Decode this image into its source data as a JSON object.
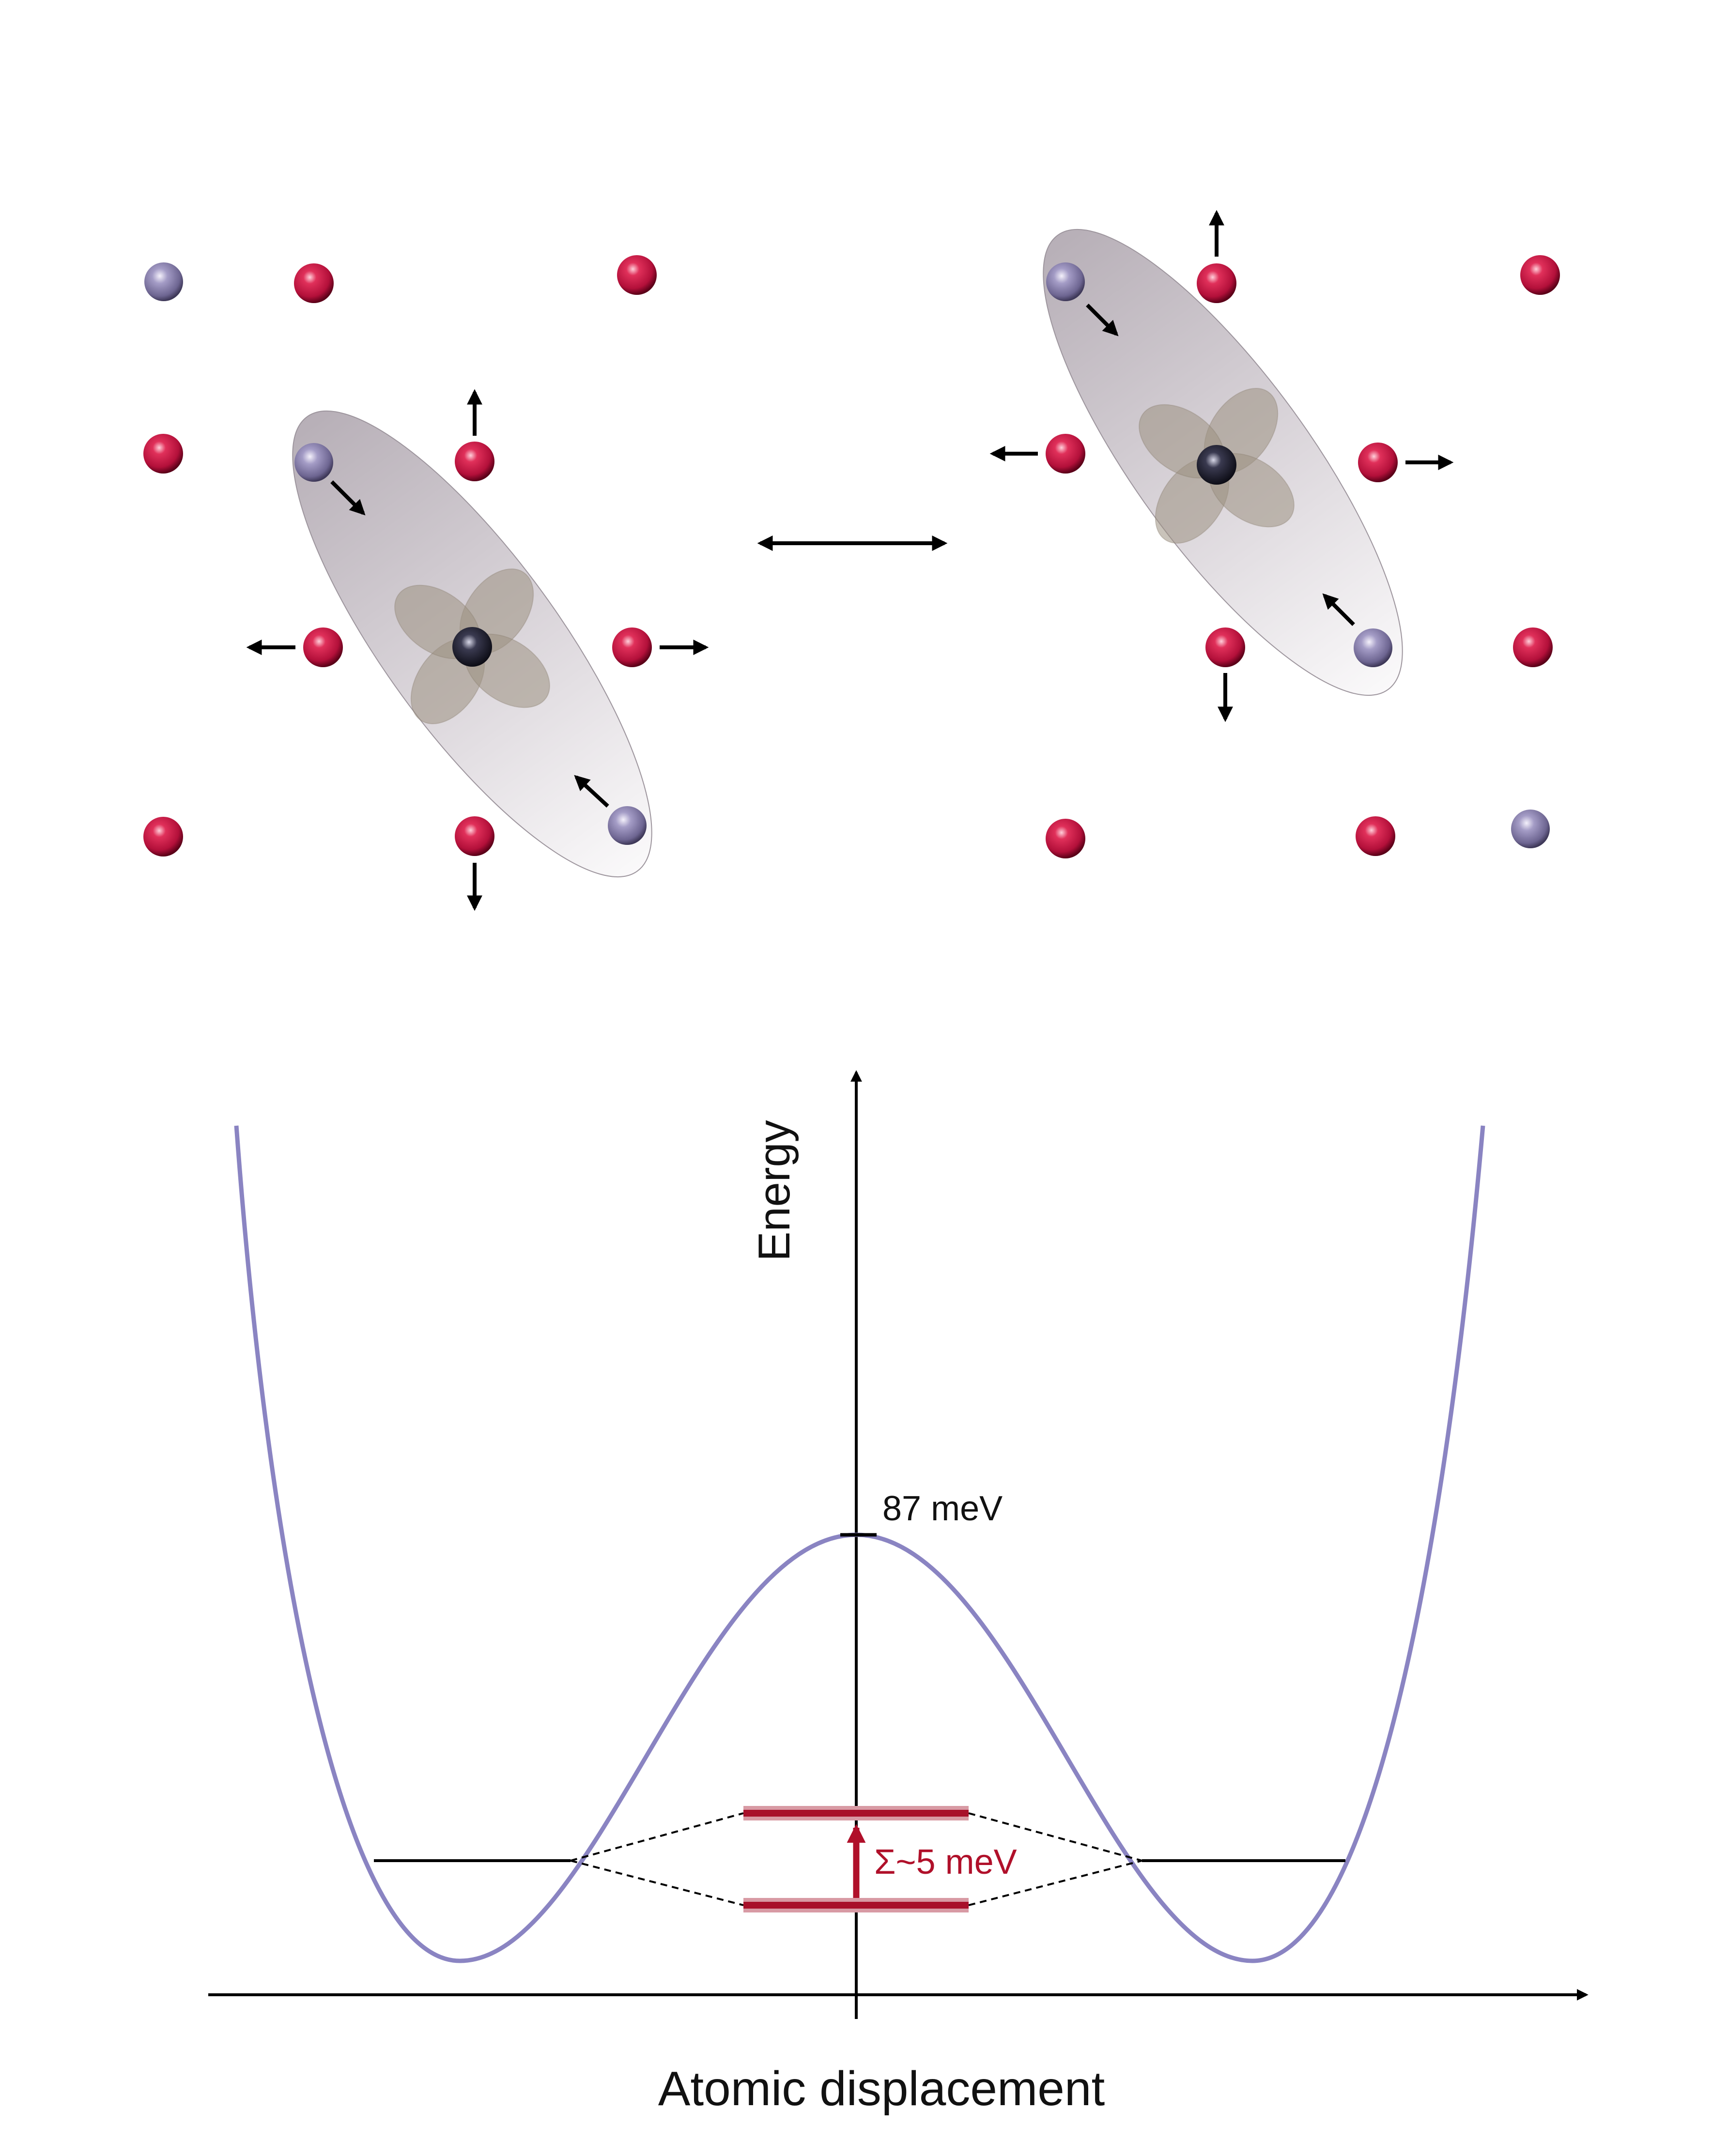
{
  "energy_diagram": {
    "y_axis_label": "Energy",
    "x_axis_label": "Atomic displacement",
    "barrier_label": "87 meV",
    "splitting_label": "Σ~5 meV"
  },
  "colors": {
    "oxygen_atom": "#c0143c",
    "metal_atom": "#8f86b3",
    "center_atom": "#1c1c2c",
    "potential_curve": "#8a84c2",
    "splitting": "#b0102a",
    "ellipsoid": "#b9b2b8",
    "orbital": "#a09586",
    "arrow": "#000000"
  },
  "icons": {
    "red_atom": "sphere-red",
    "purple_atom": "sphere-purple",
    "black_atom": "sphere-black",
    "ellipsoid": "gray-ellipsoid",
    "orbital": "four-lobed-orbital",
    "exchange_arrow": "double-headed-arrow"
  }
}
